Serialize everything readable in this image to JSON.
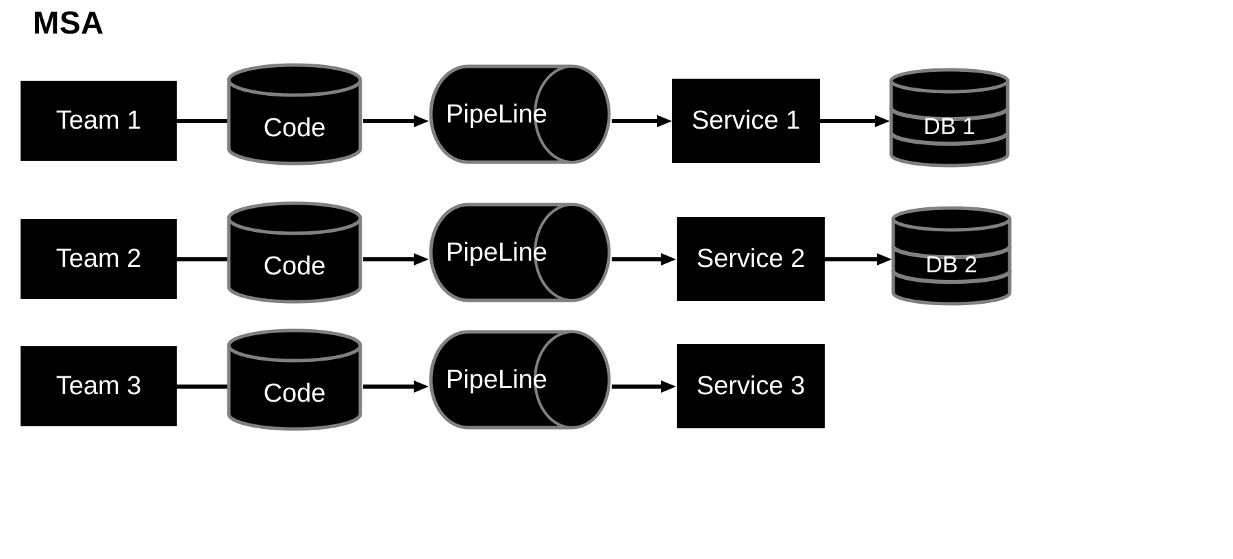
{
  "title": "MSA",
  "colors": {
    "shape_fill": "#000000",
    "shape_stroke": "#808080",
    "text": "#ffffff",
    "title_text": "#000000",
    "arrow": "#000000",
    "background": "#ffffff"
  },
  "diagram": {
    "type": "flow",
    "rows": [
      {
        "id": "row-1",
        "nodes": [
          {
            "id": "team-1",
            "label": "Team 1",
            "shape": "rectangle"
          },
          {
            "id": "code-1",
            "label": "Code",
            "shape": "cylinder-vertical"
          },
          {
            "id": "pipeline-1",
            "label": "PipeLine",
            "shape": "cylinder-horizontal"
          },
          {
            "id": "service-1",
            "label": "Service 1",
            "shape": "rectangle"
          },
          {
            "id": "db-1",
            "label": "DB 1",
            "shape": "database-stacked"
          }
        ],
        "arrows": [
          "team-1 -> code-1",
          "code-1 -> pipeline-1",
          "pipeline-1 -> service-1",
          "service-1 -> db-1"
        ]
      },
      {
        "id": "row-2",
        "nodes": [
          {
            "id": "team-2",
            "label": "Team 2",
            "shape": "rectangle"
          },
          {
            "id": "code-2",
            "label": "Code",
            "shape": "cylinder-vertical"
          },
          {
            "id": "pipeline-2",
            "label": "PipeLine",
            "shape": "cylinder-horizontal"
          },
          {
            "id": "service-2",
            "label": "Service 2",
            "shape": "rectangle"
          },
          {
            "id": "db-2",
            "label": "DB 2",
            "shape": "database-stacked"
          }
        ],
        "arrows": [
          "team-2 -> code-2",
          "code-2 -> pipeline-2",
          "pipeline-2 -> service-2",
          "service-2 -> db-2"
        ]
      },
      {
        "id": "row-3",
        "nodes": [
          {
            "id": "team-3",
            "label": "Team 3",
            "shape": "rectangle"
          },
          {
            "id": "code-3",
            "label": "Code",
            "shape": "cylinder-vertical"
          },
          {
            "id": "pipeline-3",
            "label": "PipeLine",
            "shape": "cylinder-horizontal"
          },
          {
            "id": "service-3",
            "label": "Service 3",
            "shape": "rectangle"
          }
        ],
        "arrows": [
          "team-3 -> code-3",
          "code-3 -> pipeline-3",
          "pipeline-3 -> service-3"
        ]
      }
    ]
  }
}
